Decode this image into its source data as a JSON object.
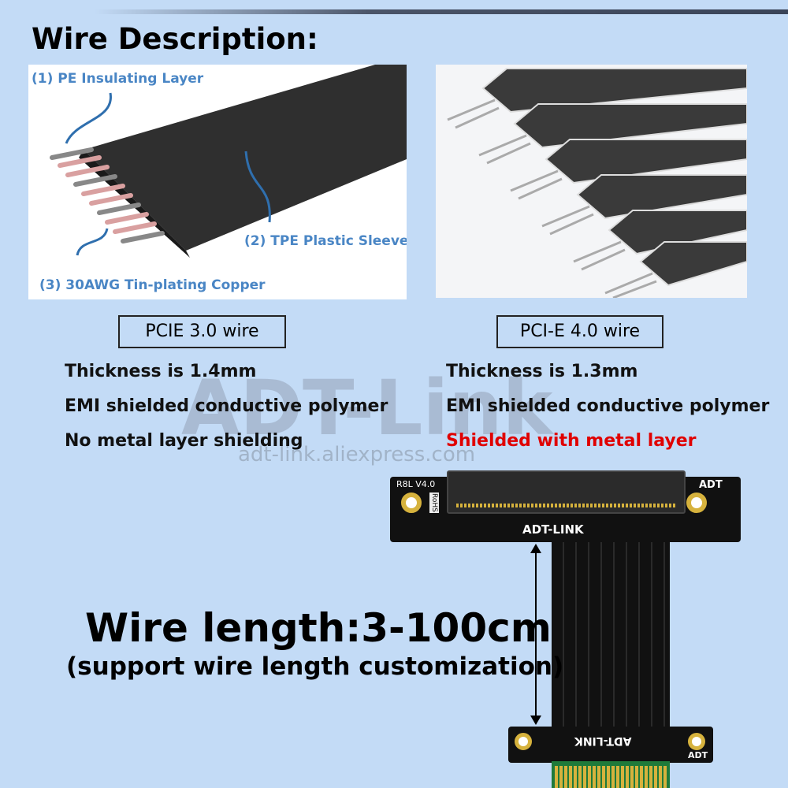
{
  "title": "Wire Description:",
  "left_image": {
    "labels": [
      "(1) PE Insulating Layer",
      "(2) TPE Plastic Sleeve",
      "(3) 30AWG Tin-plating Copper"
    ]
  },
  "left_spec": {
    "heading": "PCIE 3.0 wire",
    "lines": [
      "Thickness is 1.4mm",
      "EMI shielded conductive polymer",
      "No metal layer shielding"
    ]
  },
  "right_spec": {
    "heading": "PCI-E 4.0 wire",
    "lines": [
      "Thickness is 1.3mm",
      "EMI shielded conductive polymer",
      "Shielded with metal layer"
    ],
    "highlight_color": "#e00000"
  },
  "watermark": {
    "brand": "ADT-Link",
    "url": "adt-link.aliexpress.com"
  },
  "board": {
    "model": "R8L  V4.0",
    "rohs": "RoHS",
    "brand_left": "ADT",
    "brand": "ADT-LINK"
  },
  "length": {
    "headline": "Wire length:3-100cm",
    "note": "(support wire length customization)"
  }
}
